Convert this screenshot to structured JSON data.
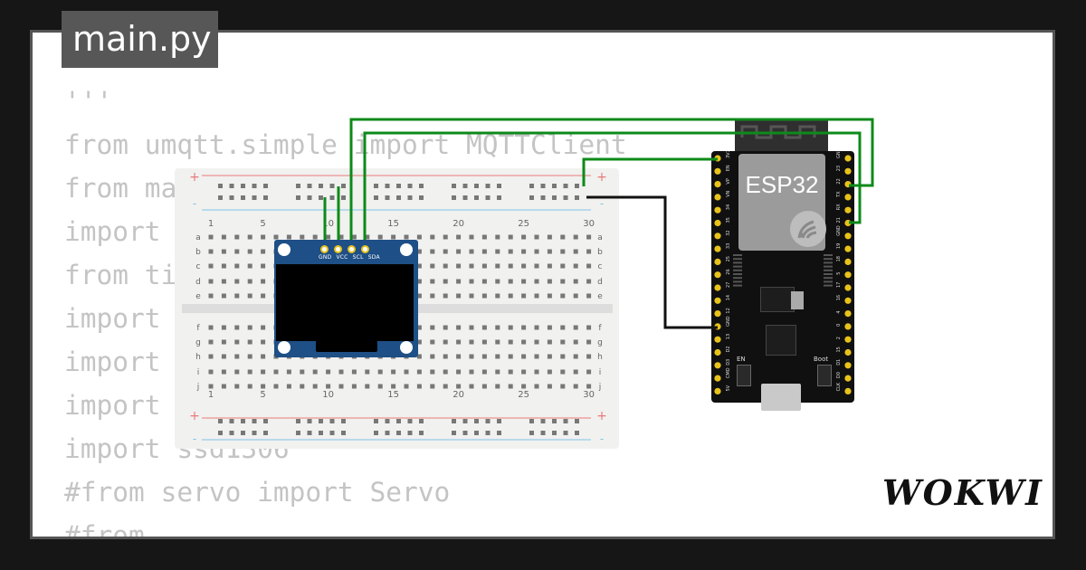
{
  "editor": {
    "filename": "main.py",
    "code_lines": [
      "'''",
      "from umqtt.simple import MQTTClient",
      "from machine import Pin, SoftI2C",
      "import network",
      "from time import sleep",
      "import ",
      "import ",
      "import ",
      "import ssd1306",
      "#from servo import Servo",
      "#from"
    ]
  },
  "breadboard": {
    "column_numbers": [
      "1",
      "5",
      "10",
      "15",
      "20",
      "25",
      "30"
    ],
    "rows_top": [
      "a",
      "b",
      "c",
      "d",
      "e"
    ],
    "rows_bottom": [
      "f",
      "g",
      "h",
      "i",
      "j"
    ],
    "rail_plus": "+",
    "rail_minus": "-"
  },
  "oled": {
    "pins": [
      "GND",
      "VCC",
      "SCL",
      "SDA"
    ]
  },
  "esp32": {
    "label": "ESP32",
    "left_pins": [
      "3V3",
      "EN",
      "VP",
      "VN",
      "34",
      "35",
      "32",
      "33",
      "25",
      "26",
      "27",
      "14",
      "12",
      "GND",
      "13",
      "D2",
      "D3",
      "CMD",
      "5V"
    ],
    "right_pins": [
      "GND",
      "23",
      "22",
      "TX",
      "RX",
      "21",
      "GND",
      "19",
      "18",
      "5",
      "17",
      "16",
      "4",
      "0",
      "2",
      "15",
      "D1",
      "D0",
      "CLK"
    ],
    "en_label": "EN",
    "boot_label": "Boot"
  },
  "brand": {
    "logo_text": "WOKWI"
  },
  "colors": {
    "wire_green": "#0d8a1a",
    "wire_black": "#111111",
    "oled_blue": "#1e4f86",
    "pin_yellow": "#e8c21a",
    "rail_red": "#e97a7a",
    "rail_blue": "#7fc4e8"
  }
}
